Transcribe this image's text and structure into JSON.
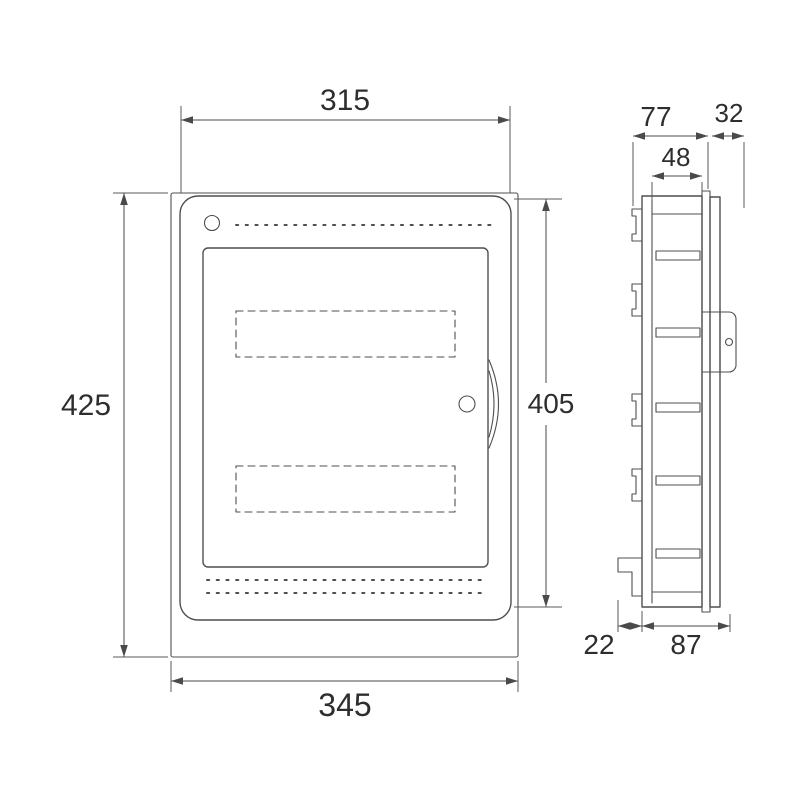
{
  "page": {
    "background": "#ffffff",
    "line_color": "#4f4f4f",
    "text_color": "#2e2e2e"
  },
  "front_view": {
    "dim_top_width": "315",
    "dim_overall_height": "425",
    "dim_door_height": "405",
    "dim_overall_width": "345"
  },
  "side_view": {
    "dim_depth": "77",
    "dim_front_protrusion": "32",
    "dim_inner_depth": "48",
    "dim_bottom_offset": "22",
    "dim_total_depth": "87"
  }
}
